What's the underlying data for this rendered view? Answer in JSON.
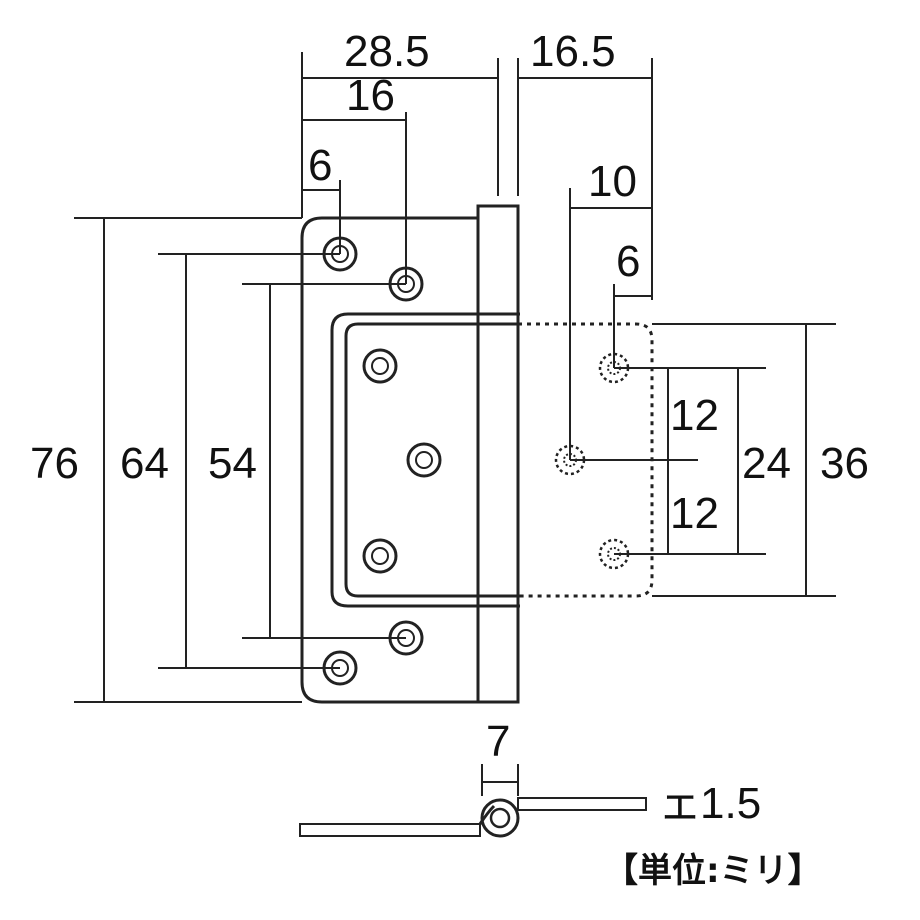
{
  "dimensions": {
    "top": {
      "w28_5": "28.5",
      "w16": "16",
      "w6": "6",
      "w16_5": "16.5",
      "w10": "10",
      "w6b": "6"
    },
    "left": {
      "h76": "76",
      "h64": "64",
      "h54": "54"
    },
    "right": {
      "h12a": "12",
      "h12b": "12",
      "h24": "24",
      "h36": "36"
    },
    "bottom": {
      "w7": "7",
      "thickness": "1.5"
    }
  },
  "unit_label": "【単位:ミリ】",
  "thickness_marker": "ェ"
}
